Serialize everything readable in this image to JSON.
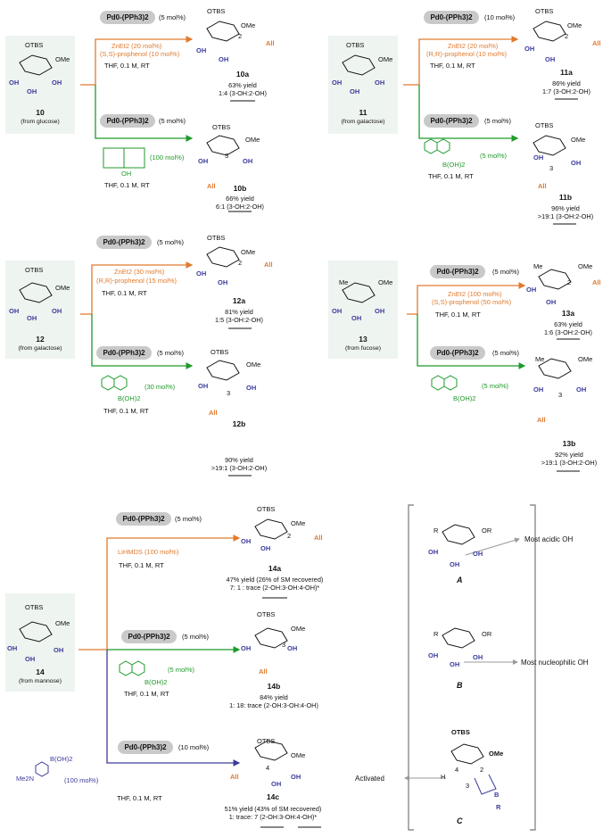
{
  "colors": {
    "orange": "#e07a2e",
    "green": "#1f9a2b",
    "blue": "#3c3c9c",
    "panel": "#eef4ef"
  },
  "catalyst": "Pd0-(PPh3)2",
  "common": {
    "OTBS": "OTBS",
    "OMe": "OMe",
    "OH": "OH",
    "All": "All",
    "Me": "Me",
    "R": "R",
    "OR": "OR",
    "B": "B",
    "Me2N": "Me2N",
    "BOH2": "B(OH)2",
    "solvent": "THF, 0.1 M, RT"
  },
  "s10": {
    "compound": "10",
    "source": "(from glucose)",
    "top": {
      "cat_amt": "(5 mol%)",
      "reagent1": "ZnEt2 (20 mol%)",
      "reagent2": "(S,S)-prophenol (10 mol%)",
      "pos": "2",
      "product": "10a",
      "yield": "63% yield",
      "ratio": "1:4 (3-OH:2-OH)"
    },
    "bot": {
      "cat_amt": "(5 mol%)",
      "reagent_amt": "(100 mol%)",
      "pos": "3",
      "product": "10b",
      "yield": "66% yield",
      "ratio": "6:1 (3-OH:2-OH)"
    }
  },
  "s11": {
    "compound": "11",
    "source": "(from galactose)",
    "top": {
      "cat_amt": "(10 mol%)",
      "reagent1": "ZnEt2 (20 mol%)",
      "reagent2": "(R,R)-prophenol (10 mol%)",
      "pos": "2",
      "product": "11a",
      "yield": "86% yield",
      "ratio": "1:7 (3-OH:2-OH)"
    },
    "bot": {
      "cat_amt": "(5 mol%)",
      "reagent_amt": "(5 mol%)",
      "pos": "3",
      "product": "11b",
      "yield": "96% yield",
      "ratio": ">19:1 (3-OH:2-OH)"
    }
  },
  "s12": {
    "compound": "12",
    "source": "(from galactose)",
    "top": {
      "cat_amt": "(5 mol%)",
      "reagent1": "ZnEt2 (30 mol%)",
      "reagent2": "(R,R)-prophenol (15 mol%)",
      "pos": "2",
      "product": "12a",
      "yield": "81% yield",
      "ratio": "1:5 (3-OH:2-OH)"
    },
    "bot": {
      "cat_amt": "(5 mol%)",
      "reagent_amt": "(30 mol%)",
      "pos": "3",
      "product": "12b",
      "yield": "90% yield",
      "ratio": ">19:1 (3-OH:2-OH)"
    }
  },
  "s13": {
    "compound": "13",
    "source": "(from fucose)",
    "top": {
      "cat_amt": "(5 mol%)",
      "reagent1": "ZnEt2 (100 mol%)",
      "reagent2": "(S,S)-prophenol (50 mol%)",
      "pos": "2",
      "product": "13a",
      "yield": "63% yield",
      "ratio": "1:6 (3-OH:2-OH)"
    },
    "bot": {
      "cat_amt": "(5 mol%)",
      "reagent_amt": "(5 mol%)",
      "pos": "3",
      "product": "13b",
      "yield": "92% yield",
      "ratio": ">19:1 (3-OH:2-OH)"
    }
  },
  "s14": {
    "compound": "14",
    "source": "(from mannose)",
    "a": {
      "cat_amt": "(5 mol%)",
      "reagent1": "LiHMDS (100 mol%)",
      "pos": "2",
      "product": "14a",
      "yield": "47% yield  (26% of SM recovered)",
      "ratio": "7: 1 : trace (2-OH:3-OH:4-OH)*"
    },
    "b": {
      "cat_amt": "(5 mol%)",
      "reagent_amt": "(5 mol%)",
      "pos": "3",
      "product": "14b",
      "yield": "84% yield",
      "ratio": "1: 18: trace  (2-OH:3-OH:4-OH)"
    },
    "c": {
      "cat_amt": "(10 mol%)",
      "reagent_amt": "(100 mol%)",
      "pos": "4",
      "product": "14c",
      "yield": "51% yield (43% of SM recovered)",
      "ratio": "1: trace: 7 (2-OH:3-OH:4-OH)*"
    }
  },
  "mech": {
    "A": {
      "label": "A",
      "note": "Most acidic OH"
    },
    "B": {
      "label": "B",
      "note": "Most nucleophilic OH"
    },
    "C": {
      "label": "C",
      "note": "Activated",
      "pos4": "4",
      "pos3": "3",
      "pos2": "2",
      "H": "H"
    }
  }
}
